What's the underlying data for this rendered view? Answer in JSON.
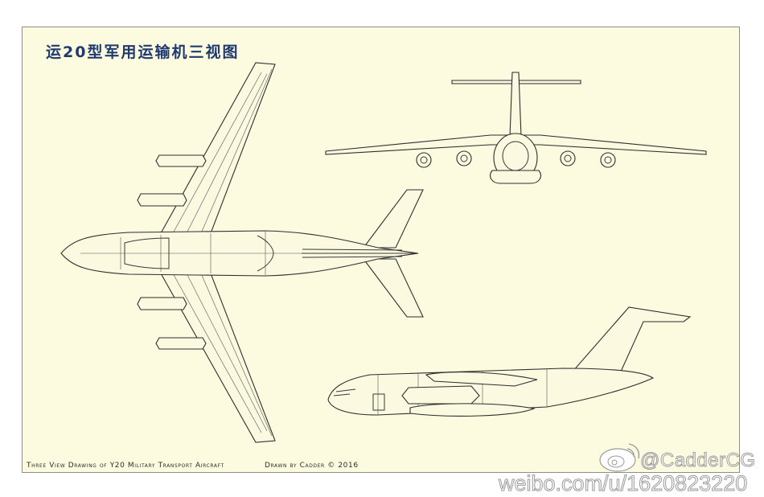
{
  "title": "运20型军用运输机三视图",
  "caption_left": "Three View Drawing of Y20 Military Transport Aircraft",
  "caption_right": "Drawn by Cadder © 2016",
  "watermark": {
    "logo_icon": "weibo-logo-icon",
    "handle": "@CadderCG",
    "url": "weibo.com/u/1620823220"
  },
  "colors": {
    "paper": "#fcfbe0",
    "title": "#1f3a6e",
    "line": "#2e2e2e"
  }
}
